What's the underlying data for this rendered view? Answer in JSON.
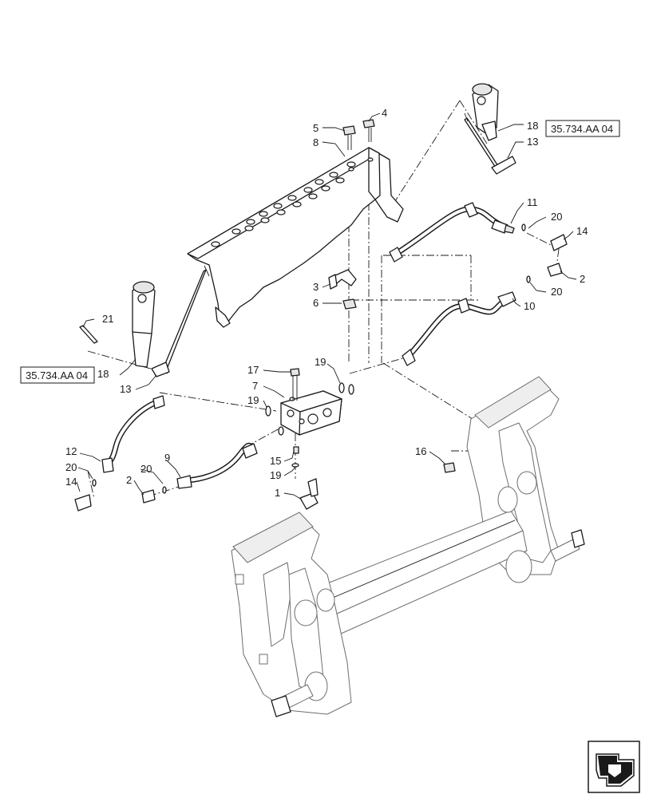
{
  "callouts": [
    "1",
    "2",
    "3",
    "4",
    "5",
    "6",
    "7",
    "8",
    "9",
    "10",
    "11",
    "12",
    "13",
    "14",
    "15",
    "16",
    "17",
    "18",
    "19",
    "20",
    "21"
  ],
  "references": {
    "ref_right": "35.734.AA 04",
    "ref_left": "35.734.AA 04"
  },
  "labels": {
    "c1": "1",
    "c2a": "2",
    "c2b": "2",
    "c3": "3",
    "c4": "4",
    "c5": "5",
    "c6": "6",
    "c7": "7",
    "c8": "8",
    "c9": "9",
    "c10": "10",
    "c11": "11",
    "c12": "12",
    "c13a": "13",
    "c13b": "13",
    "c14a": "14",
    "c14b": "14",
    "c15": "15",
    "c16": "16",
    "c17": "17",
    "c18a": "18",
    "c18b": "18",
    "c19a": "19",
    "c19b": "19",
    "c19c": "19",
    "c20a": "20",
    "c20b": "20",
    "c20c": "20",
    "c20d": "20",
    "c21": "21"
  }
}
